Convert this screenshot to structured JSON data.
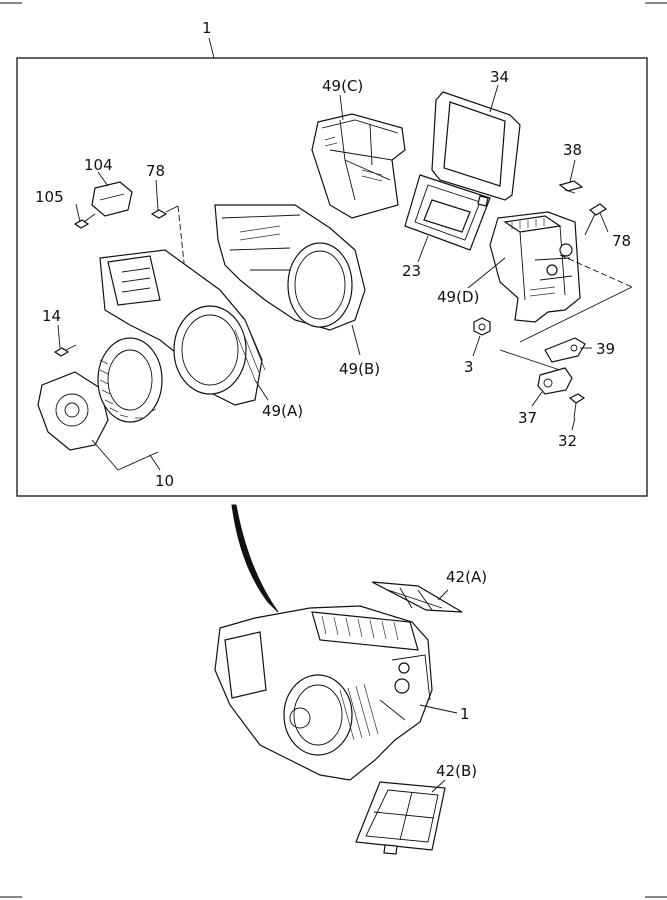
{
  "callouts": {
    "c1_top": "1",
    "c49c": "49(C)",
    "c34": "34",
    "c104": "104",
    "c78_left": "78",
    "c105": "105",
    "c38": "38",
    "c78_right": "78",
    "c23": "23",
    "c49d": "49(D)",
    "c14": "14",
    "c49b": "49(B)",
    "c3": "3",
    "c39": "39",
    "c49a": "49(A)",
    "c37": "37",
    "c32": "32",
    "c10": "10",
    "c42a": "42(A)",
    "c1_bottom": "1",
    "c42b": "42(B)"
  },
  "colors": {
    "line": "#111111",
    "background": "#ffffff"
  }
}
